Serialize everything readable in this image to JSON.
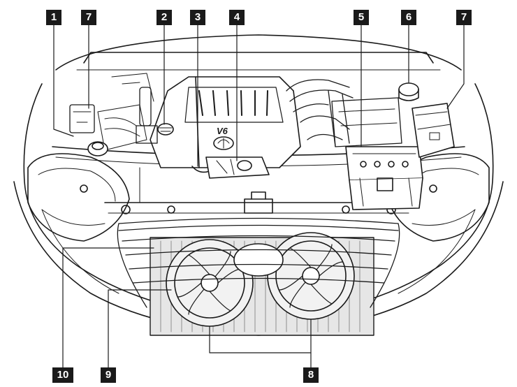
{
  "callouts": {
    "c1": "1",
    "c2": "2",
    "c3": "3",
    "c4": "4",
    "c5": "5",
    "c6": "6",
    "c7_left": "7",
    "c7_right": "7",
    "c8": "8",
    "c9": "9",
    "c10": "10"
  },
  "engine_badge": "V6"
}
